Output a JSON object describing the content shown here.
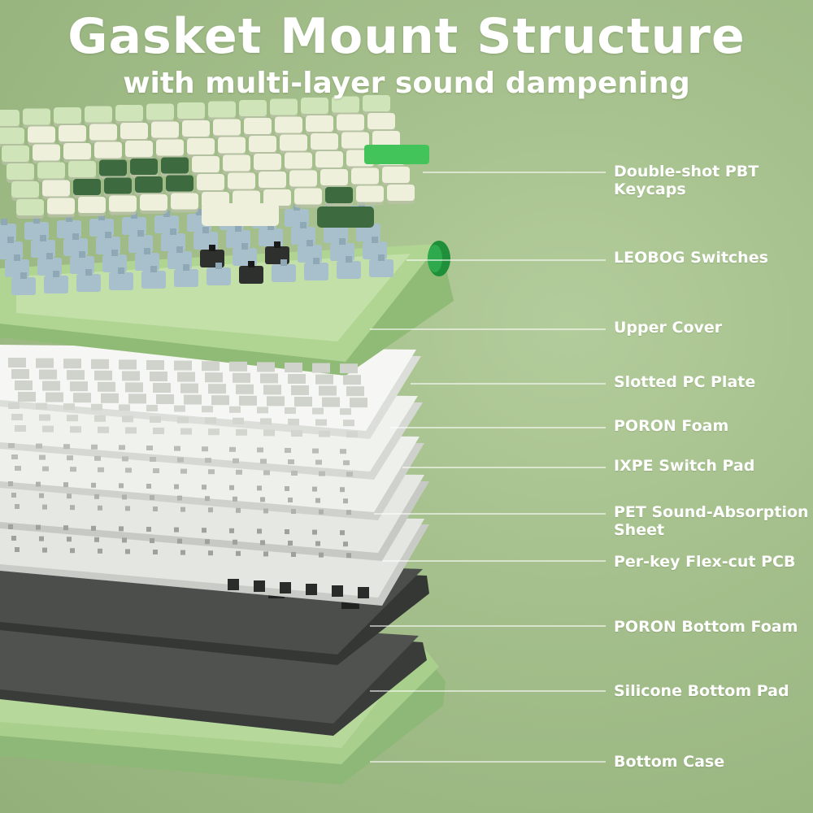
{
  "header": {
    "title": "Gasket Mount Structure",
    "subtitle": "with multi-layer sound dampening"
  },
  "layers": [
    {
      "label": "Double-shot PBT\nKeycaps"
    },
    {
      "label": "LEOBOG Switches"
    },
    {
      "label": "Upper Cover"
    },
    {
      "label": "Slotted PC Plate"
    },
    {
      "label": "PORON Foam"
    },
    {
      "label": "IXPE Switch Pad"
    },
    {
      "label": "PET Sound-Absorption\nSheet"
    },
    {
      "label": "Per-key Flex-cut PCB"
    },
    {
      "label": "PORON Bottom Foam"
    },
    {
      "label": "Silicone Bottom Pad"
    },
    {
      "label": "Bottom Case"
    }
  ],
  "colors": {
    "background": "#a3be8a",
    "keycap_cream": "#eef0dc",
    "keycap_light_green": "#cfe4b8",
    "keycap_dark_green": "#3d6b3f",
    "switch_blue": "#a8bfcc",
    "case_green": "#a9cf8d",
    "plate_white": "#f2f4f0",
    "foam_dark": "#4a4c4a",
    "leader_line": "#ffffff"
  }
}
